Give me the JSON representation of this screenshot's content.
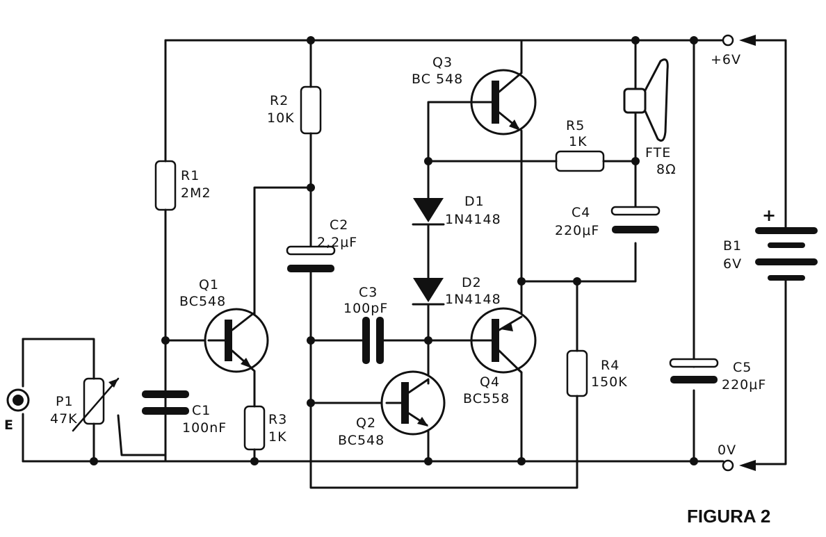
{
  "figure_title": "FIGURA 2",
  "supply": {
    "positive_label": "+6V",
    "ground_label": "0V"
  },
  "input": {
    "label": "E"
  },
  "components": {
    "R1": {
      "ref": "R1",
      "value": "2M2"
    },
    "R2": {
      "ref": "R2",
      "value": "10K"
    },
    "R3": {
      "ref": "R3",
      "value": "1K"
    },
    "R4": {
      "ref": "R4",
      "value": "150K"
    },
    "R5": {
      "ref": "R5",
      "value": "1K"
    },
    "P1": {
      "ref": "P1",
      "value": "47K"
    },
    "C1": {
      "ref": "C1",
      "value": "100nF"
    },
    "C2": {
      "ref": "C2",
      "value": "2,2μF"
    },
    "C3": {
      "ref": "C3",
      "value": "100pF"
    },
    "C4": {
      "ref": "C4",
      "value": "220μF"
    },
    "C5": {
      "ref": "C5",
      "value": "220μF"
    },
    "Q1": {
      "ref": "Q1",
      "value": "BC548"
    },
    "Q2": {
      "ref": "Q2",
      "value": "BC548"
    },
    "Q3": {
      "ref": "Q3",
      "value": "BC 548"
    },
    "Q4": {
      "ref": "Q4",
      "value": "BC558"
    },
    "D1": {
      "ref": "D1",
      "value": "1N4148"
    },
    "D2": {
      "ref": "D2",
      "value": "1N4148"
    },
    "FTE": {
      "ref": "FTE",
      "value": "8Ω"
    },
    "B1": {
      "ref": "B1",
      "value": "6V",
      "polarity": "+"
    }
  }
}
